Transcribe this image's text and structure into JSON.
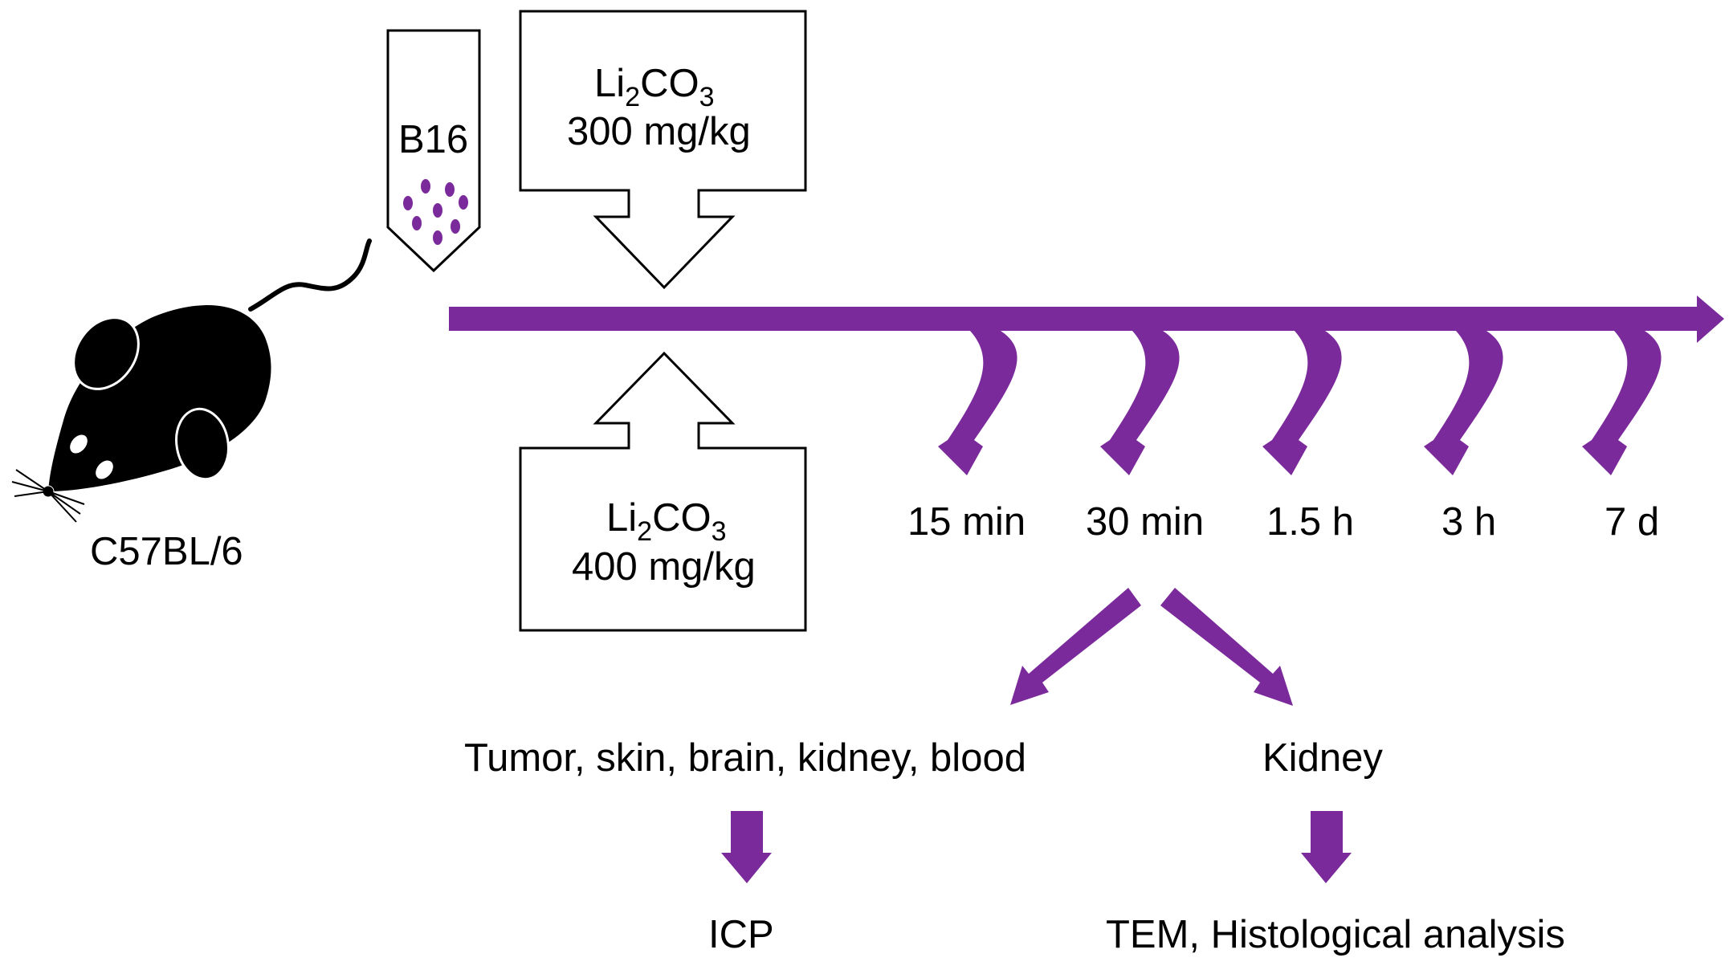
{
  "mouse": {
    "strain_label": "C57BL/6"
  },
  "tube": {
    "label": "B16"
  },
  "dose_300": {
    "compound": "Li",
    "compound_sub1": "2",
    "compound_mid": "CO",
    "compound_sub2": "3",
    "dose": "300 mg/kg"
  },
  "dose_400": {
    "compound": "Li",
    "compound_sub1": "2",
    "compound_mid": "CO",
    "compound_sub2": "3",
    "dose": "400 mg/kg"
  },
  "timepoints": [
    "15 min",
    "30 min",
    "1.5 h",
    "3 h",
    "7 d"
  ],
  "branches": {
    "left_label": "Tumor, skin, brain, kidney, blood",
    "right_label": "Kidney",
    "left_result": "ICP",
    "right_result": "TEM, Histological analysis"
  },
  "colors": {
    "accent": "#7b2a9b",
    "outline": "#000000",
    "mouse": "#000000"
  }
}
